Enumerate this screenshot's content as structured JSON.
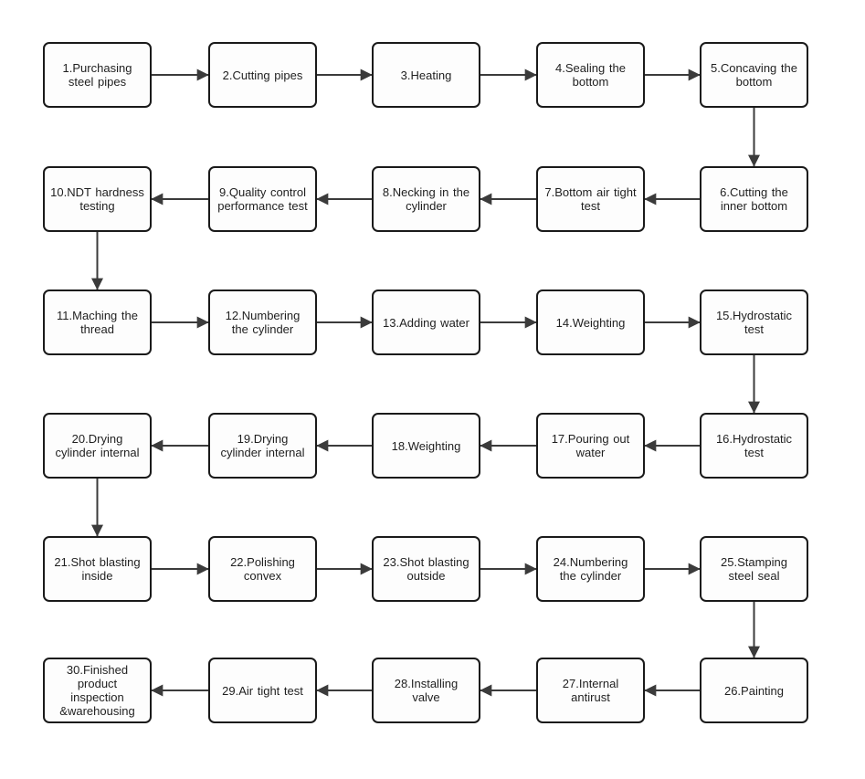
{
  "diagram": {
    "type": "flowchart",
    "grid": {
      "rows": 6,
      "cols": 5
    },
    "flow_pattern": "serpentine",
    "nodes": [
      {
        "id": 1,
        "label": "1.Purchasing steel pipes",
        "row": 0,
        "col": 0
      },
      {
        "id": 2,
        "label": "2.Cutting pipes",
        "row": 0,
        "col": 1
      },
      {
        "id": 3,
        "label": "3.Heating",
        "row": 0,
        "col": 2
      },
      {
        "id": 4,
        "label": "4.Sealing the bottom",
        "row": 0,
        "col": 3
      },
      {
        "id": 5,
        "label": "5.Concaving the bottom",
        "row": 0,
        "col": 4
      },
      {
        "id": 6,
        "label": "6.Cutting the inner bottom",
        "row": 1,
        "col": 4
      },
      {
        "id": 7,
        "label": "7.Bottom air tight test",
        "row": 1,
        "col": 3
      },
      {
        "id": 8,
        "label": "8.Necking in the cylinder",
        "row": 1,
        "col": 2
      },
      {
        "id": 9,
        "label": "9.Quality control performance test",
        "row": 1,
        "col": 1
      },
      {
        "id": 10,
        "label": "10.NDT hardness testing",
        "row": 1,
        "col": 0
      },
      {
        "id": 11,
        "label": "11.Maching the thread",
        "row": 2,
        "col": 0
      },
      {
        "id": 12,
        "label": "12.Numbering the cylinder",
        "row": 2,
        "col": 1
      },
      {
        "id": 13,
        "label": "13.Adding water",
        "row": 2,
        "col": 2
      },
      {
        "id": 14,
        "label": "14.Weighting",
        "row": 2,
        "col": 3
      },
      {
        "id": 15,
        "label": "15.Hydrostatic test",
        "row": 2,
        "col": 4
      },
      {
        "id": 16,
        "label": "16.Hydrostatic test",
        "row": 3,
        "col": 4
      },
      {
        "id": 17,
        "label": "17.Pouring out water",
        "row": 3,
        "col": 3
      },
      {
        "id": 18,
        "label": "18.Weighting",
        "row": 3,
        "col": 2
      },
      {
        "id": 19,
        "label": "19.Drying cylinder internal",
        "row": 3,
        "col": 1
      },
      {
        "id": 20,
        "label": "20.Drying cylinder internal",
        "row": 3,
        "col": 0
      },
      {
        "id": 21,
        "label": "21.Shot blasting inside",
        "row": 4,
        "col": 0
      },
      {
        "id": 22,
        "label": "22.Polishing convex",
        "row": 4,
        "col": 1
      },
      {
        "id": 23,
        "label": "23.Shot blasting outside",
        "row": 4,
        "col": 2
      },
      {
        "id": 24,
        "label": "24.Numbering the cylinder",
        "row": 4,
        "col": 3
      },
      {
        "id": 25,
        "label": "25.Stamping steel seal",
        "row": 4,
        "col": 4
      },
      {
        "id": 26,
        "label": "26.Painting",
        "row": 5,
        "col": 4
      },
      {
        "id": 27,
        "label": "27.Internal antirust",
        "row": 5,
        "col": 3
      },
      {
        "id": 28,
        "label": "28.Installing valve",
        "row": 5,
        "col": 2
      },
      {
        "id": 29,
        "label": "29.Air tight test",
        "row": 5,
        "col": 1
      },
      {
        "id": 30,
        "label": "30.Finished product inspection &warehousing",
        "row": 5,
        "col": 0
      }
    ],
    "edges": [
      [
        1,
        2
      ],
      [
        2,
        3
      ],
      [
        3,
        4
      ],
      [
        4,
        5
      ],
      [
        5,
        6
      ],
      [
        6,
        7
      ],
      [
        7,
        8
      ],
      [
        8,
        9
      ],
      [
        9,
        10
      ],
      [
        10,
        11
      ],
      [
        11,
        12
      ],
      [
        12,
        13
      ],
      [
        13,
        14
      ],
      [
        14,
        15
      ],
      [
        15,
        16
      ],
      [
        16,
        17
      ],
      [
        17,
        18
      ],
      [
        18,
        19
      ],
      [
        19,
        20
      ],
      [
        20,
        21
      ],
      [
        21,
        22
      ],
      [
        22,
        23
      ],
      [
        23,
        24
      ],
      [
        24,
        25
      ],
      [
        25,
        26
      ],
      [
        26,
        27
      ],
      [
        27,
        28
      ],
      [
        28,
        29
      ],
      [
        29,
        30
      ]
    ],
    "colors": {
      "background": "#ffffff",
      "box_fill": "#fdfdfd",
      "box_border": "#1a1a1a",
      "arrow": "#3b3b3b",
      "text": "#1f1f1f"
    }
  }
}
